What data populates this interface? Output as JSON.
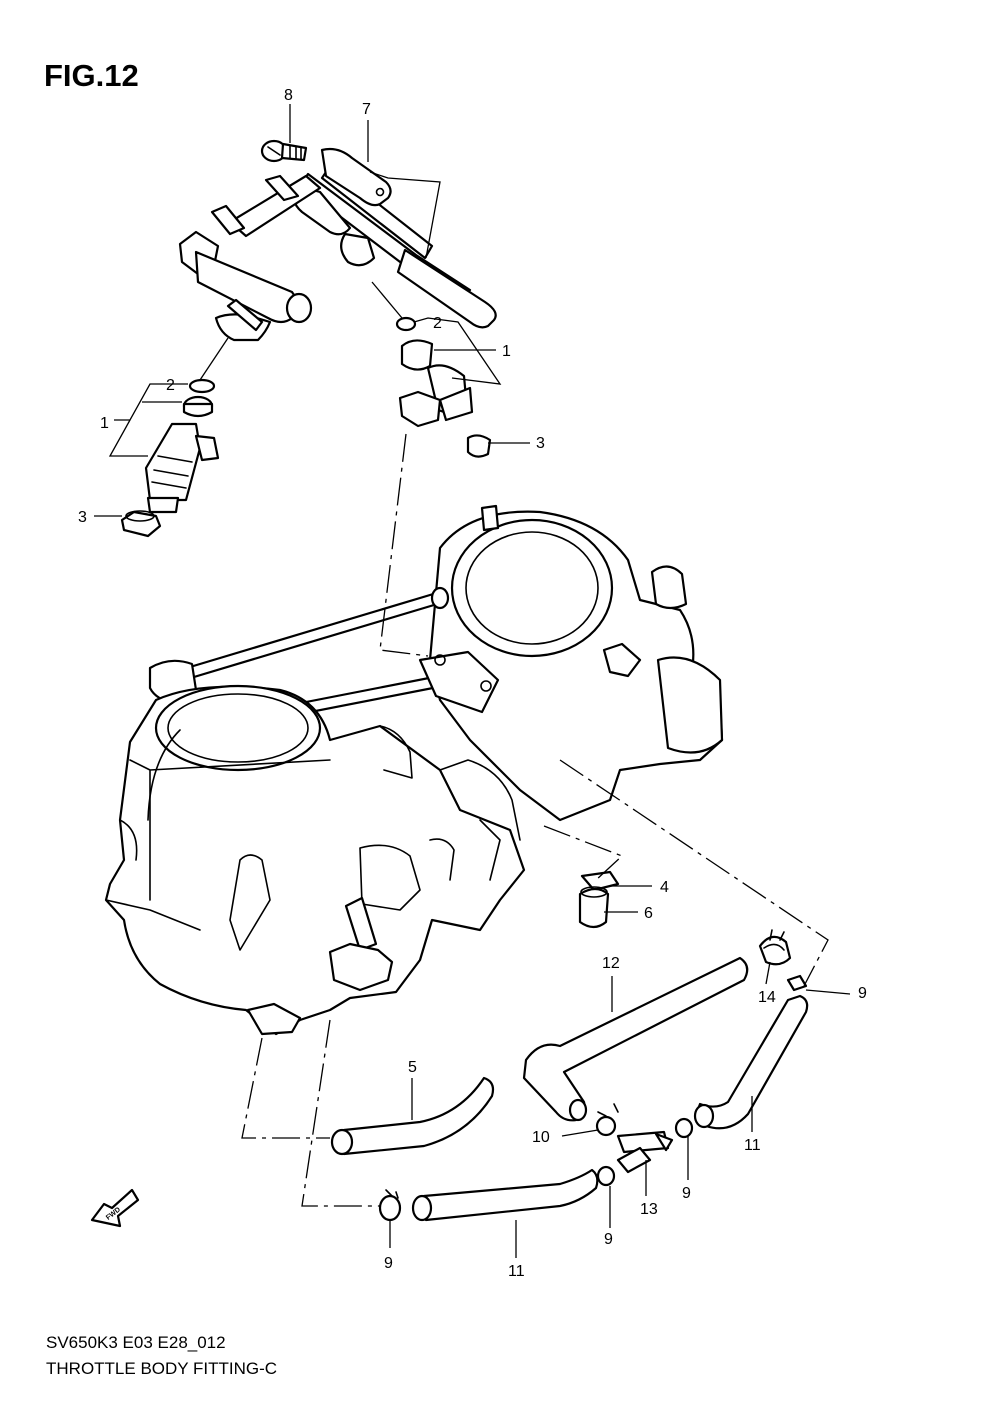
{
  "figure": {
    "title": "FIG.12",
    "code": "SV650K3 E03 E28_012",
    "name": "THROTTLE BODY FITTING-C",
    "fwd_label": "FWD"
  },
  "callouts": [
    "8",
    "7",
    "2",
    "1",
    "2",
    "1",
    "3",
    "3",
    "4",
    "6",
    "12",
    "14",
    "9",
    "5",
    "10",
    "11",
    "9",
    "13",
    "9",
    "11",
    "9"
  ]
}
